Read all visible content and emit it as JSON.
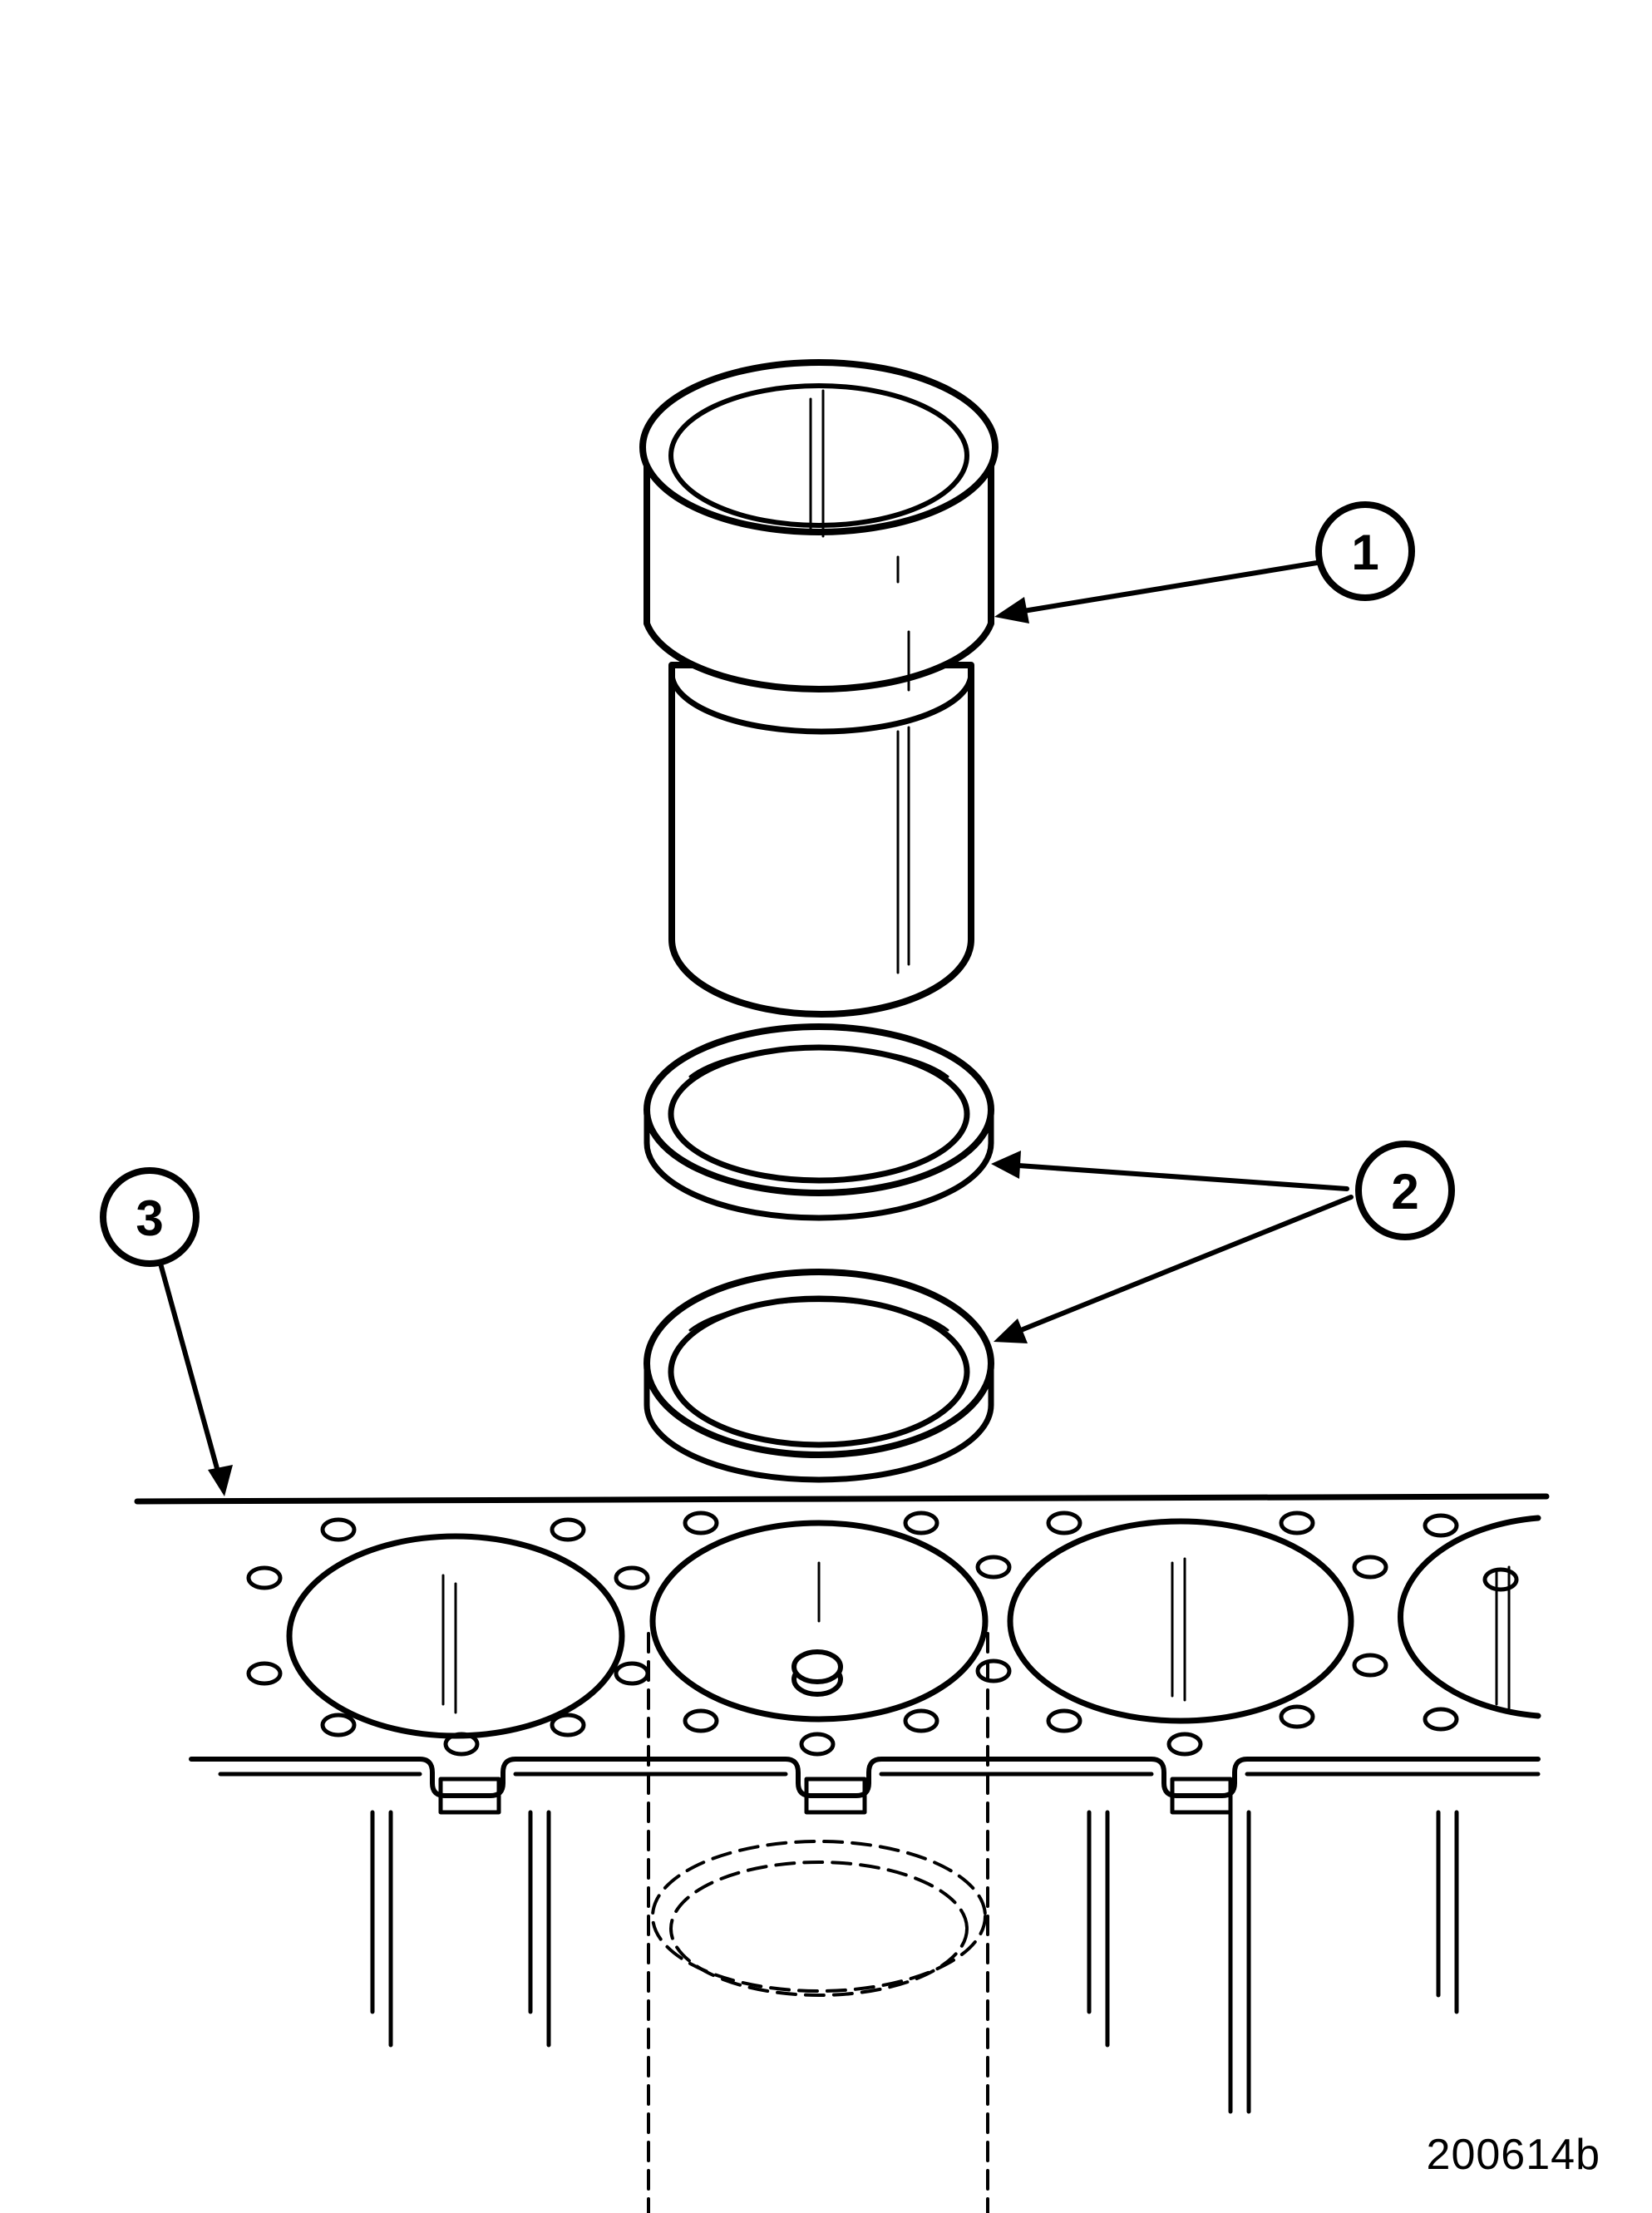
{
  "callouts": [
    {
      "id": "1",
      "label": "1"
    },
    {
      "id": "2",
      "label": "2"
    },
    {
      "id": "3",
      "label": "3"
    }
  ],
  "figure_id": "200614b",
  "colors": {
    "ink": "#000000",
    "paper": "#ffffff"
  }
}
